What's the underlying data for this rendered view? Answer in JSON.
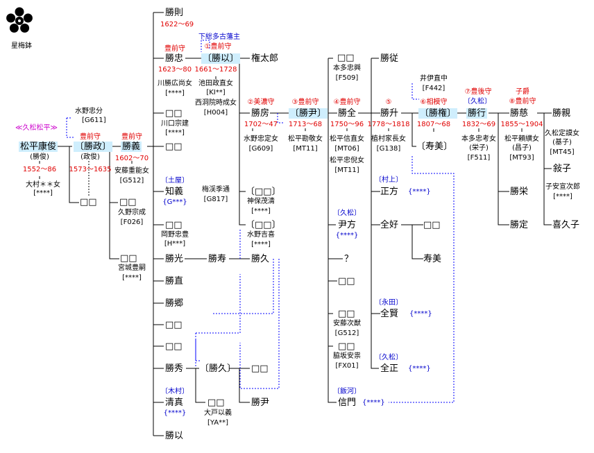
{
  "crest": {
    "label": "星梅鉢",
    "icon": "hoshi-umebachi-crest-icon"
  },
  "colors": {
    "name_highlight": "#cfeefd",
    "red": "#e00000",
    "blue": "#0000cc",
    "magenta": "#cc00cc",
    "dotted": "#0000ff"
  },
  "clan_label": "≪久松松平≫",
  "col0": {
    "name": "松平康俊",
    "sub": "(勝俊)",
    "years": "1552～86",
    "spouse": "大村＊＊女",
    "spouse_code": "[****]"
  },
  "col1": {
    "adopt_from": "水野忠分",
    "adopt_code": "[G611]",
    "title": "豊前守",
    "name": "〔勝政〕",
    "sub": "(政俊)",
    "years": "1573～1635",
    "child2": "□□"
  },
  "col2": {
    "title": "豊前守",
    "name": "勝義",
    "years": "1602～70",
    "spouse": "安藤重能女",
    "spouse_code": "[G512]",
    "c2_name": "□□",
    "c2_sp": "久野宗成",
    "c2_code": "[F026]",
    "c3_name": "□□",
    "c3_sp": "宮城豊嗣",
    "c3_code": "[****]"
  },
  "col3": {
    "katsunori": "勝則",
    "katsunori_years": "1622～69",
    "katsutada_title": "豊前守",
    "katsutada": "勝忠",
    "katsutada_years": "1623～80",
    "katsutada_sp": "川勝広尚女",
    "katsutada_code": "[****]",
    "r3_name": "□□",
    "r3_sp": "川口宗建",
    "r3_code": "[****]",
    "r4_name": "□□",
    "tosa": "〔土屋〕",
    "tomoyoshi": "知義",
    "tomoyoshi_code": "{G***}",
    "r6_name": "□□",
    "r6_sp": "岡野忠豊",
    "r6_code": "[H***]",
    "katsumitsu": "勝光",
    "katsunao": "勝直",
    "katsusato": "勝郷",
    "r10": "□□",
    "r11": "□□",
    "katsuhide": "勝秀",
    "kimura": "〔木村〕",
    "kiyozane": "清真",
    "kiyozane_code": "{****}",
    "katsumochi": "勝以"
  },
  "col4": {
    "domain": "下総多古藩主",
    "title": "①豊前守",
    "name": "〔勝以〕",
    "years": "1661～1728",
    "sp1": "池田政直女",
    "sp1_code": "[KI**]",
    "sp2": "西洞院時成女",
    "sp2_code": "[H004]",
    "sp3": "梅渓季通",
    "sp3_code": "[G817]",
    "katsuhisa_b": "勝寿",
    "katsuhisa2": "〔勝久〕",
    "mm_name": "□□",
    "mm_sp": "大戸以義",
    "mm_code": "[YA**]"
  },
  "col5": {
    "gon": "権太郎",
    "title": "②美濃守",
    "katsufusa": "勝房",
    "years": "1702～47",
    "sp": "水野忠定女",
    "sp_code": "[G609]",
    "r_name": "〔□□〕",
    "r_sp": "神保茂清",
    "r_code": "[****]",
    "r2_name": "〔□□〕",
    "r2_sp": "水野吉喜",
    "r2_code": "[****]",
    "katsuhisa": "勝久",
    "m_name": "□□",
    "katsuin": "勝尹"
  },
  "col6": {
    "title": "③豊前守",
    "name": "〔勝尹〕",
    "years": "1713～68",
    "sp": "松平勘敬女",
    "sp_code": "[MT11]"
  },
  "col7": {
    "r1_name": "□□",
    "r1_sp": "本多忠興",
    "r1_code": "[F509]",
    "title": "④豊前守",
    "katsuzen": "勝全",
    "years": "1750～96",
    "sp1": "松平信直女",
    "sp1_code": "[MT06]",
    "sp2": "松平忠倪女",
    "sp2_code": "[MT11]",
    "hisamatsu": "〔久松〕",
    "tadamasa": "尹方",
    "tadamasa_code": "{****}",
    "q": "？",
    "r5": "□□",
    "r6_name": "□□",
    "r6_sp": "安藤次猷",
    "r6_code": "[G512]",
    "r7_name": "□□",
    "r7_sp": "脇坂安祟",
    "r7_code": "[FX01]",
    "iikawa": "〔飯河〕",
    "nobukado": "信門",
    "nobukado_code": "{****}"
  },
  "col8": {
    "katsuyori": "勝従",
    "title": "⑤",
    "katsumasu": "勝升",
    "years": "1778～1818",
    "sp": "植村家長女",
    "sp_code": "[G138]",
    "murakami": "〔村上〕",
    "masakata": "正方",
    "masakata_code": "{****}",
    "zenkou": "全好",
    "zenkou_child": "□□",
    "toshimi2": "寿美",
    "nagata": "〔永田〕",
    "zenken": "全賢",
    "zenken_code": "{****}",
    "hisamatsu2": "〔久松〕",
    "zensei": "全正",
    "zensei_code": "{****}"
  },
  "col9": {
    "adopt_from": "井伊直中",
    "adopt_code": "[F442]",
    "title": "⑥相模守",
    "name": "〔勝権〕",
    "years": "1807～68",
    "toshimi": "〔寿美〕"
  },
  "col10": {
    "title": "⑦豊後守",
    "hisamatsu": "〔久松〕",
    "name": "勝行",
    "years": "1832～69",
    "sp": "本多忠考女",
    "sp2": "(栄子)",
    "sp_code": "[F511]"
  },
  "col11": {
    "title0": "子爵",
    "title": "⑧豊前守",
    "name": "勝慈",
    "years": "1855～1904",
    "sp": "松平頼纉女",
    "sp2": "(昌子)",
    "sp_code": "[MT93]",
    "katsue": "勝栄",
    "katsusada": "勝定"
  },
  "col12": {
    "katsuchika": "勝親",
    "sp": "久松定謨女",
    "sp2": "(基子)",
    "sp_code": "[MT45]",
    "yoshiko": "敍子",
    "yoshiko_sp": "子安宣次郎",
    "yoshiko_code": "[****]",
    "kikuko": "喜久子"
  }
}
